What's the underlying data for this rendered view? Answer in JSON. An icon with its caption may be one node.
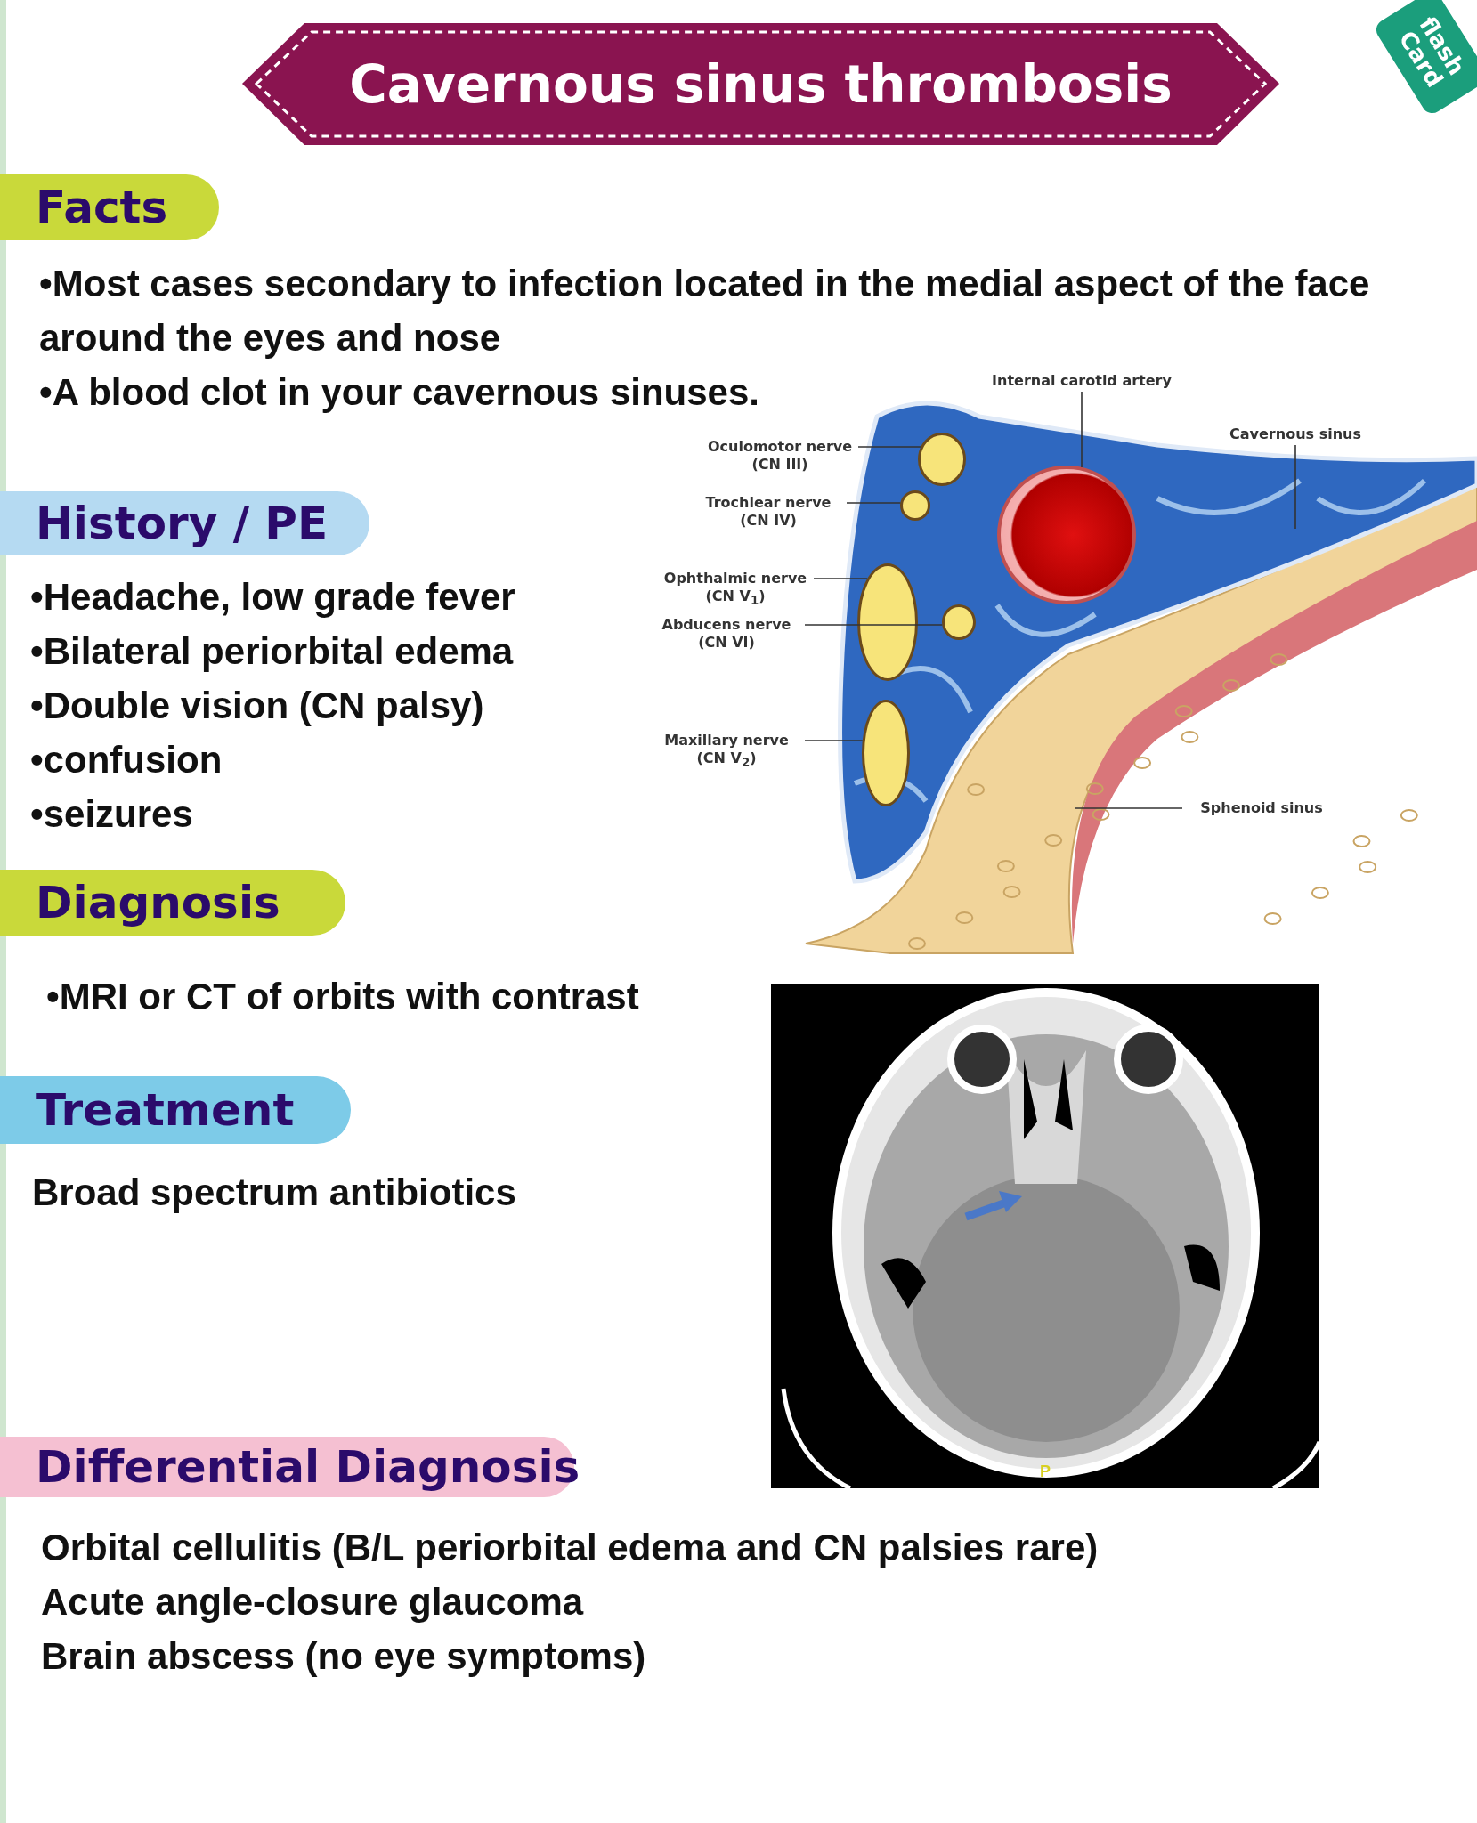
{
  "diagram": {
    "nodes": [
      {
        "text": [
          "Cavernous sinus thrombosis"
        ]
      },
      {
        "text": [
          "flash Card"
        ]
      },
      {
        "text": [
          "Facts"
        ]
      },
      {
        "text": [
          "History / PE"
        ]
      },
      {
        "text": [
          "Diagnosis"
        ]
      },
      {
        "text": [
          "Treatment"
        ]
      },
      {
        "text": [
          "Differential Diagnosis"
        ]
      },
      {
        "text": [
          "Internal carotid artery"
        ]
      },
      {
        "text": [],
        "shape": "circle"
      },
      {
        "text": [
          "Cavernous sinus"
        ]
      },
      {
        "text": [
          "Oculomotor nerve (CN III)"
        ]
      },
      {
        "text": [],
        "shape": "circle"
      },
      {
        "text": [
          "Trochlear nerve (CN IV)"
        ]
      },
      {
        "text": [],
        "shape": "circle"
      },
      {
        "text": [
          "Ophthalmic nerve (CN V$_{1}$)"
        ]
      },
      {
        "text": [],
        "shape": "circle"
      },
      {
        "text": [
          "Abducens nerve (CN VI)"
        ]
      },
      {
        "text": [],
        "shape": "circle"
      },
      {
        "text": [
          "Maxillary nerve (CN V$_{2}$)"
        ]
      },
      {
        "text": [],
        "shape": "circle"
      },
      {
        "text": [
          "Sphenoid sinus"
        ]
      }
    ],
    "edges": [
      {
        "from": 7,
        "to": 8,
        "arrow": "none"
      },
      {
        "from": 9,
        "to": null,
        "arrow": "none"
      },
      {
        "from": 10,
        "to": 11,
        "arrow": "none"
      },
      {
        "from": 12,
        "to": 13,
        "arrow": "none"
      },
      {
        "from": 14,
        "to": 15,
        "arrow": "none"
      },
      {
        "from": 16,
        "to": 17,
        "arrow": "none"
      },
      {
        "from": 18,
        "to": 19,
        "arrow": "none"
      },
      {
        "from": 20,
        "to": null,
        "arrow": "none"
      }
    ],
    "labels": [
      "•Most cases secondary to infection located in the medial aspect of the face around the eyes and nose",
      "•A blood clot in your cavernous sinuses.",
      "•Headache, low grade fever",
      "•Bilateral periorbital edema",
      "•Double vision (CN palsy)",
      "•confusion",
      "•seizures",
      "•MRI or CT of orbits with contrast",
      "Broad spectrum antibiotics",
      "P",
      "Orbital cellulitis (B/L periorbital edema and CN palsies rare)",
      "Acute angle-closure glaucoma",
      "Brain abscess (no eye symptoms)"
    ]
  }
}
